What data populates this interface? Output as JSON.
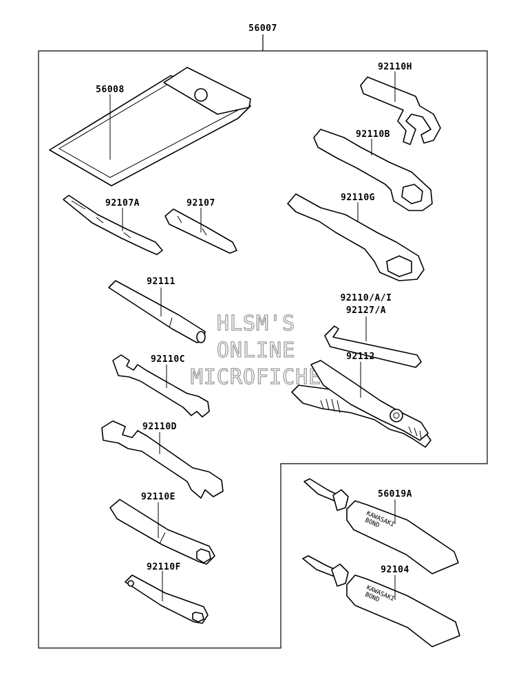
{
  "parts": {
    "kit": "56007",
    "pouch": "56008",
    "driver_a": "92107A",
    "driver": "92107",
    "handle": "92111",
    "wrench_c": "92110C",
    "wrench_d": "92110D",
    "box_e": "92110E",
    "box_f": "92110F",
    "spanner_h": "92110H",
    "ring_b": "92110B",
    "ring_g": "92110G",
    "hex_a1": "92110/A/I",
    "hex_a2": "92127/A",
    "pliers": "92112",
    "bond_a": "56019A",
    "bond": "92104"
  },
  "tube_text": {
    "brand": "KAWASAKI",
    "product": "BOND"
  },
  "watermark": {
    "line1": "HLSM'S",
    "line2": "ONLINE",
    "line3": "MICROFICHE"
  }
}
